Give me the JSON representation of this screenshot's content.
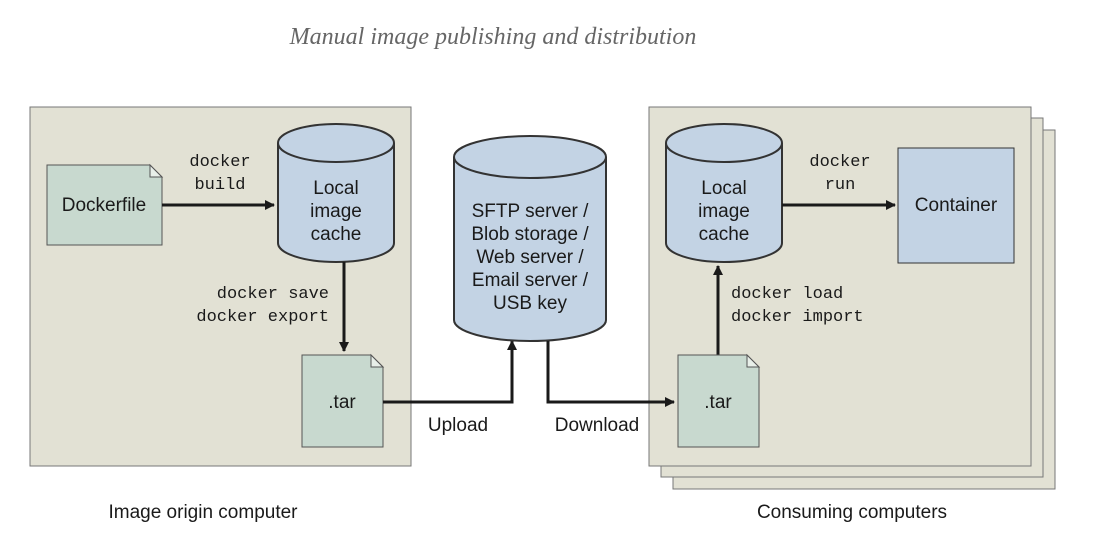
{
  "title": "Manual image publishing and distribution",
  "origin": {
    "label": "Image origin computer",
    "dockerfile": "Dockerfile",
    "build_cmd": [
      "docker",
      "build"
    ],
    "cache": [
      "Local",
      "image",
      "cache"
    ],
    "save_cmd": [
      "docker save",
      "docker export"
    ],
    "tar": ".tar"
  },
  "server": {
    "lines": [
      "SFTP server /",
      "Blob storage /",
      "Web server /",
      "Email server /",
      "USB key"
    ]
  },
  "transfer": {
    "upload": "Upload",
    "download": "Download"
  },
  "consumer": {
    "label": "Consuming computers",
    "cache": [
      "Local",
      "image",
      "cache"
    ],
    "run_cmd": [
      "docker",
      "run"
    ],
    "container": "Container",
    "load_cmd": [
      "docker load",
      "docker import"
    ],
    "tar": ".tar"
  }
}
